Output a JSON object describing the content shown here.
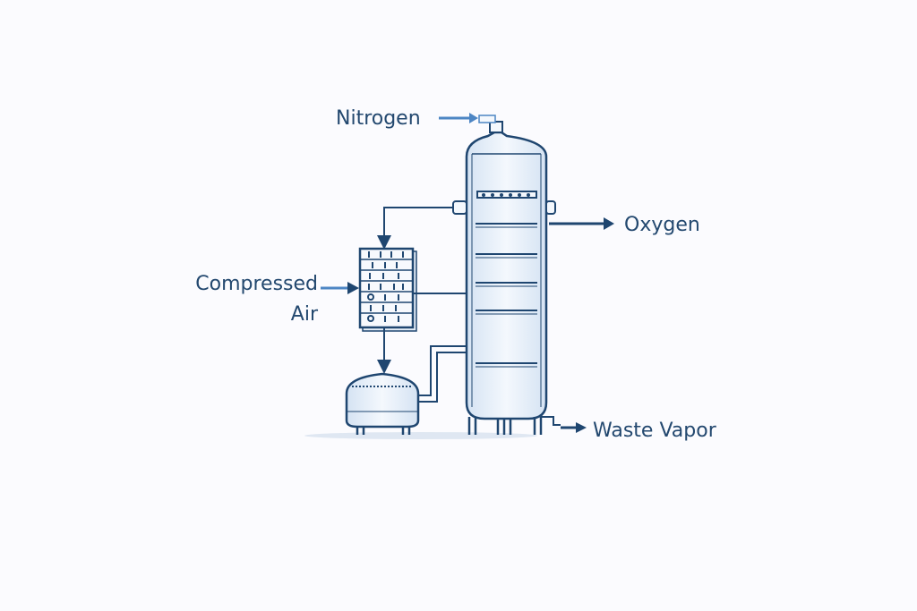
{
  "labels": {
    "nitrogen": "Nitrogen",
    "oxygen": "Oxygen",
    "compressed_air_line1": "Compressed",
    "compressed_air_line2": "Air",
    "waste_vapor": "Waste Vapor"
  },
  "colors": {
    "stroke": "#1f4670",
    "fill": "#e6eef8",
    "accent": "#4d86c4",
    "text": "#23486f"
  }
}
